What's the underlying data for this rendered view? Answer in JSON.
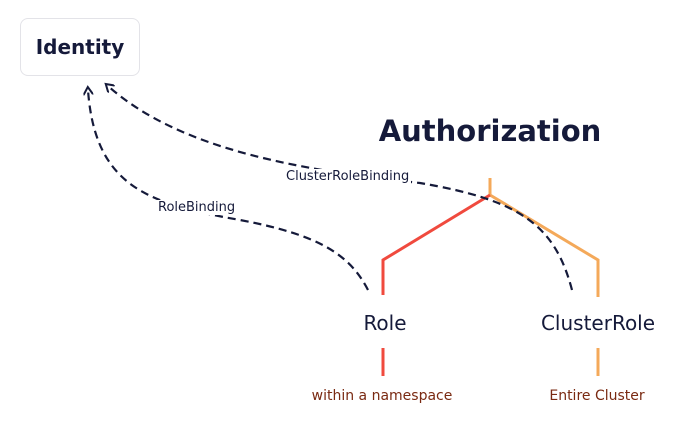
{
  "identity": {
    "label": "Identity"
  },
  "authorization": {
    "title": "Authorization"
  },
  "nodes": {
    "role": {
      "label": "Role",
      "scope": "within a namespace",
      "color": "#f04a3e"
    },
    "cluster_role": {
      "label": "ClusterRole",
      "scope": "Entire Cluster",
      "color": "#f4a95a"
    }
  },
  "edges": {
    "role_binding": {
      "label": "RoleBinding"
    },
    "cluster_role_binding": {
      "label": "ClusterRoleBinding"
    }
  },
  "colors": {
    "text_dark": "#151a3a",
    "scope_text": "#7a2a12",
    "dashed_line": "#151a3a",
    "box_border": "#e3e3e8"
  }
}
